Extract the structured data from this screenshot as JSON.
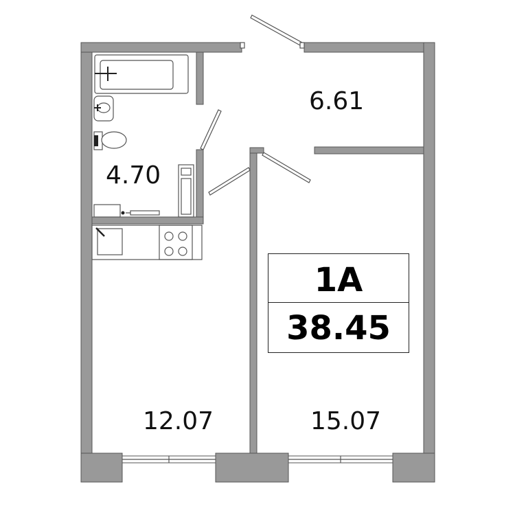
{
  "apartment": {
    "type": "1A",
    "total_area": "38.45"
  },
  "rooms": [
    {
      "id": "bathroom",
      "area": "4.70"
    },
    {
      "id": "hall",
      "area": "6.61"
    },
    {
      "id": "kitchen",
      "area": "12.07"
    },
    {
      "id": "living-room",
      "area": "15.07"
    }
  ],
  "colors": {
    "wall": "#999999",
    "outline": "#555555",
    "text": "#111111"
  }
}
